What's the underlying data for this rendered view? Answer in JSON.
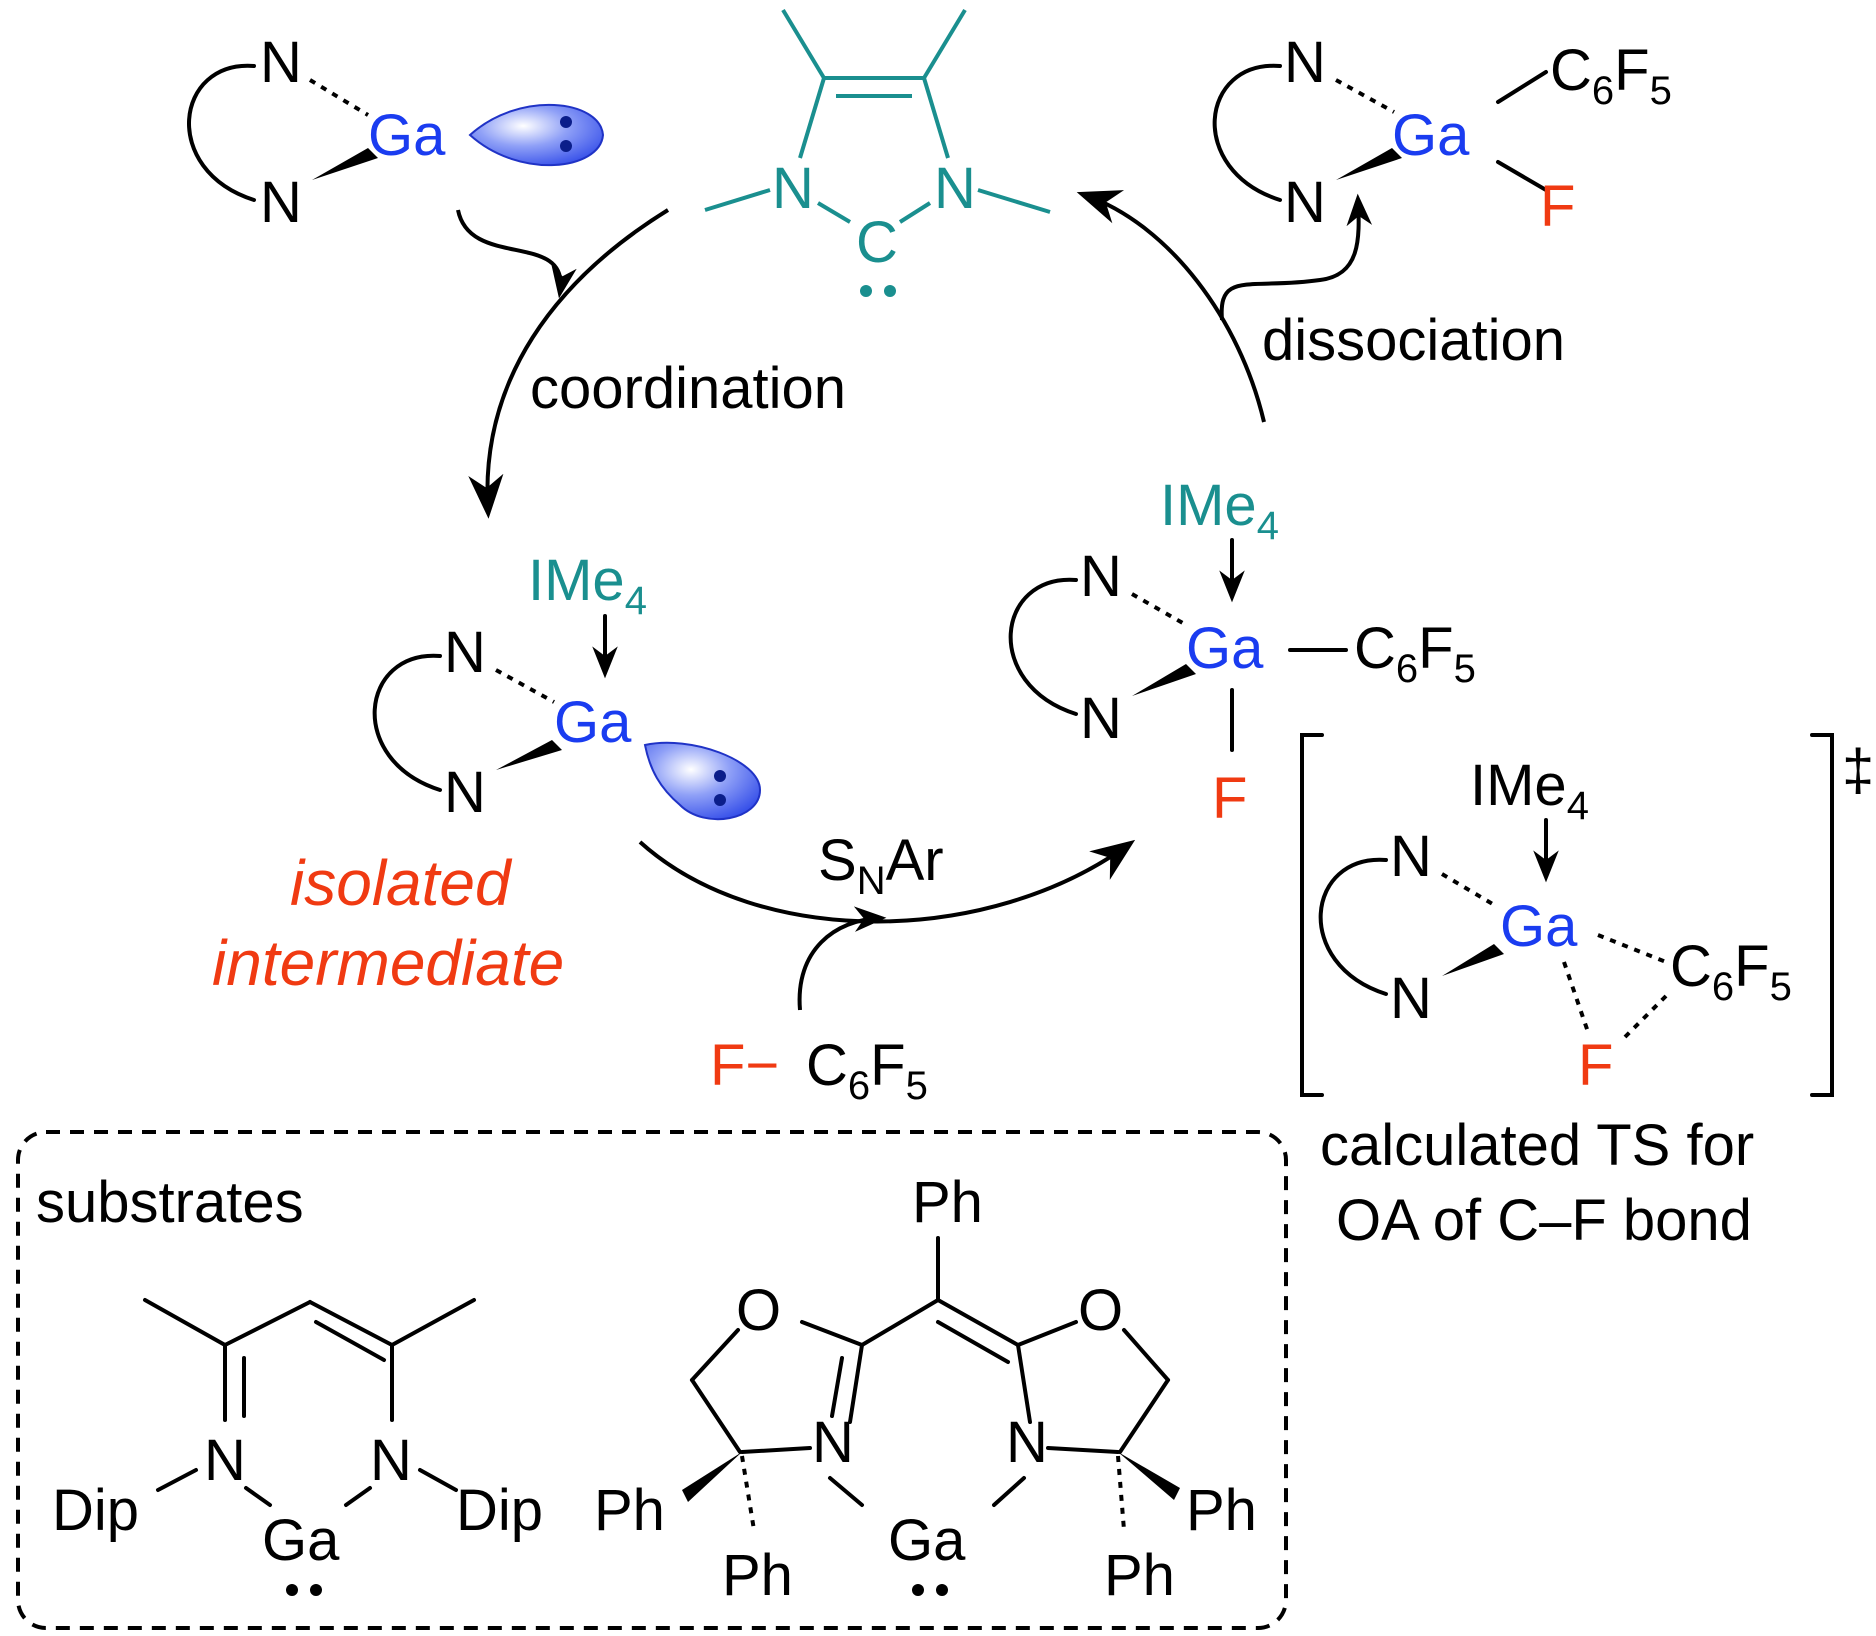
{
  "colors": {
    "gallium": "#1a3cf0",
    "carbene": "#1a8f8f",
    "fluorine": "#f03a12",
    "text": "#000000",
    "lone_pair_orbital": "#3d5af1"
  },
  "atoms": {
    "N": "N",
    "Ga": "Ga",
    "F": "F",
    "C": "C",
    "O": "O",
    "Ph": "Ph",
    "Dip": "Dip"
  },
  "formulas": {
    "c6f5": {
      "c": "C",
      "six": "6",
      "f": "F",
      "five": "5"
    },
    "ime4": {
      "main": "IMe",
      "sub": "4"
    },
    "snar": {
      "s": "S",
      "n": "N",
      "ar": "Ar"
    },
    "f_dash": "F−"
  },
  "steps": {
    "coordination": "coordination",
    "dissociation": "dissociation"
  },
  "intermediate_label": [
    "isolated",
    "intermediate"
  ],
  "transition_state": {
    "dagger": "‡",
    "caption": [
      "calculated TS for",
      "OA of C–F bond"
    ]
  },
  "substrates": {
    "title": "substrates"
  }
}
